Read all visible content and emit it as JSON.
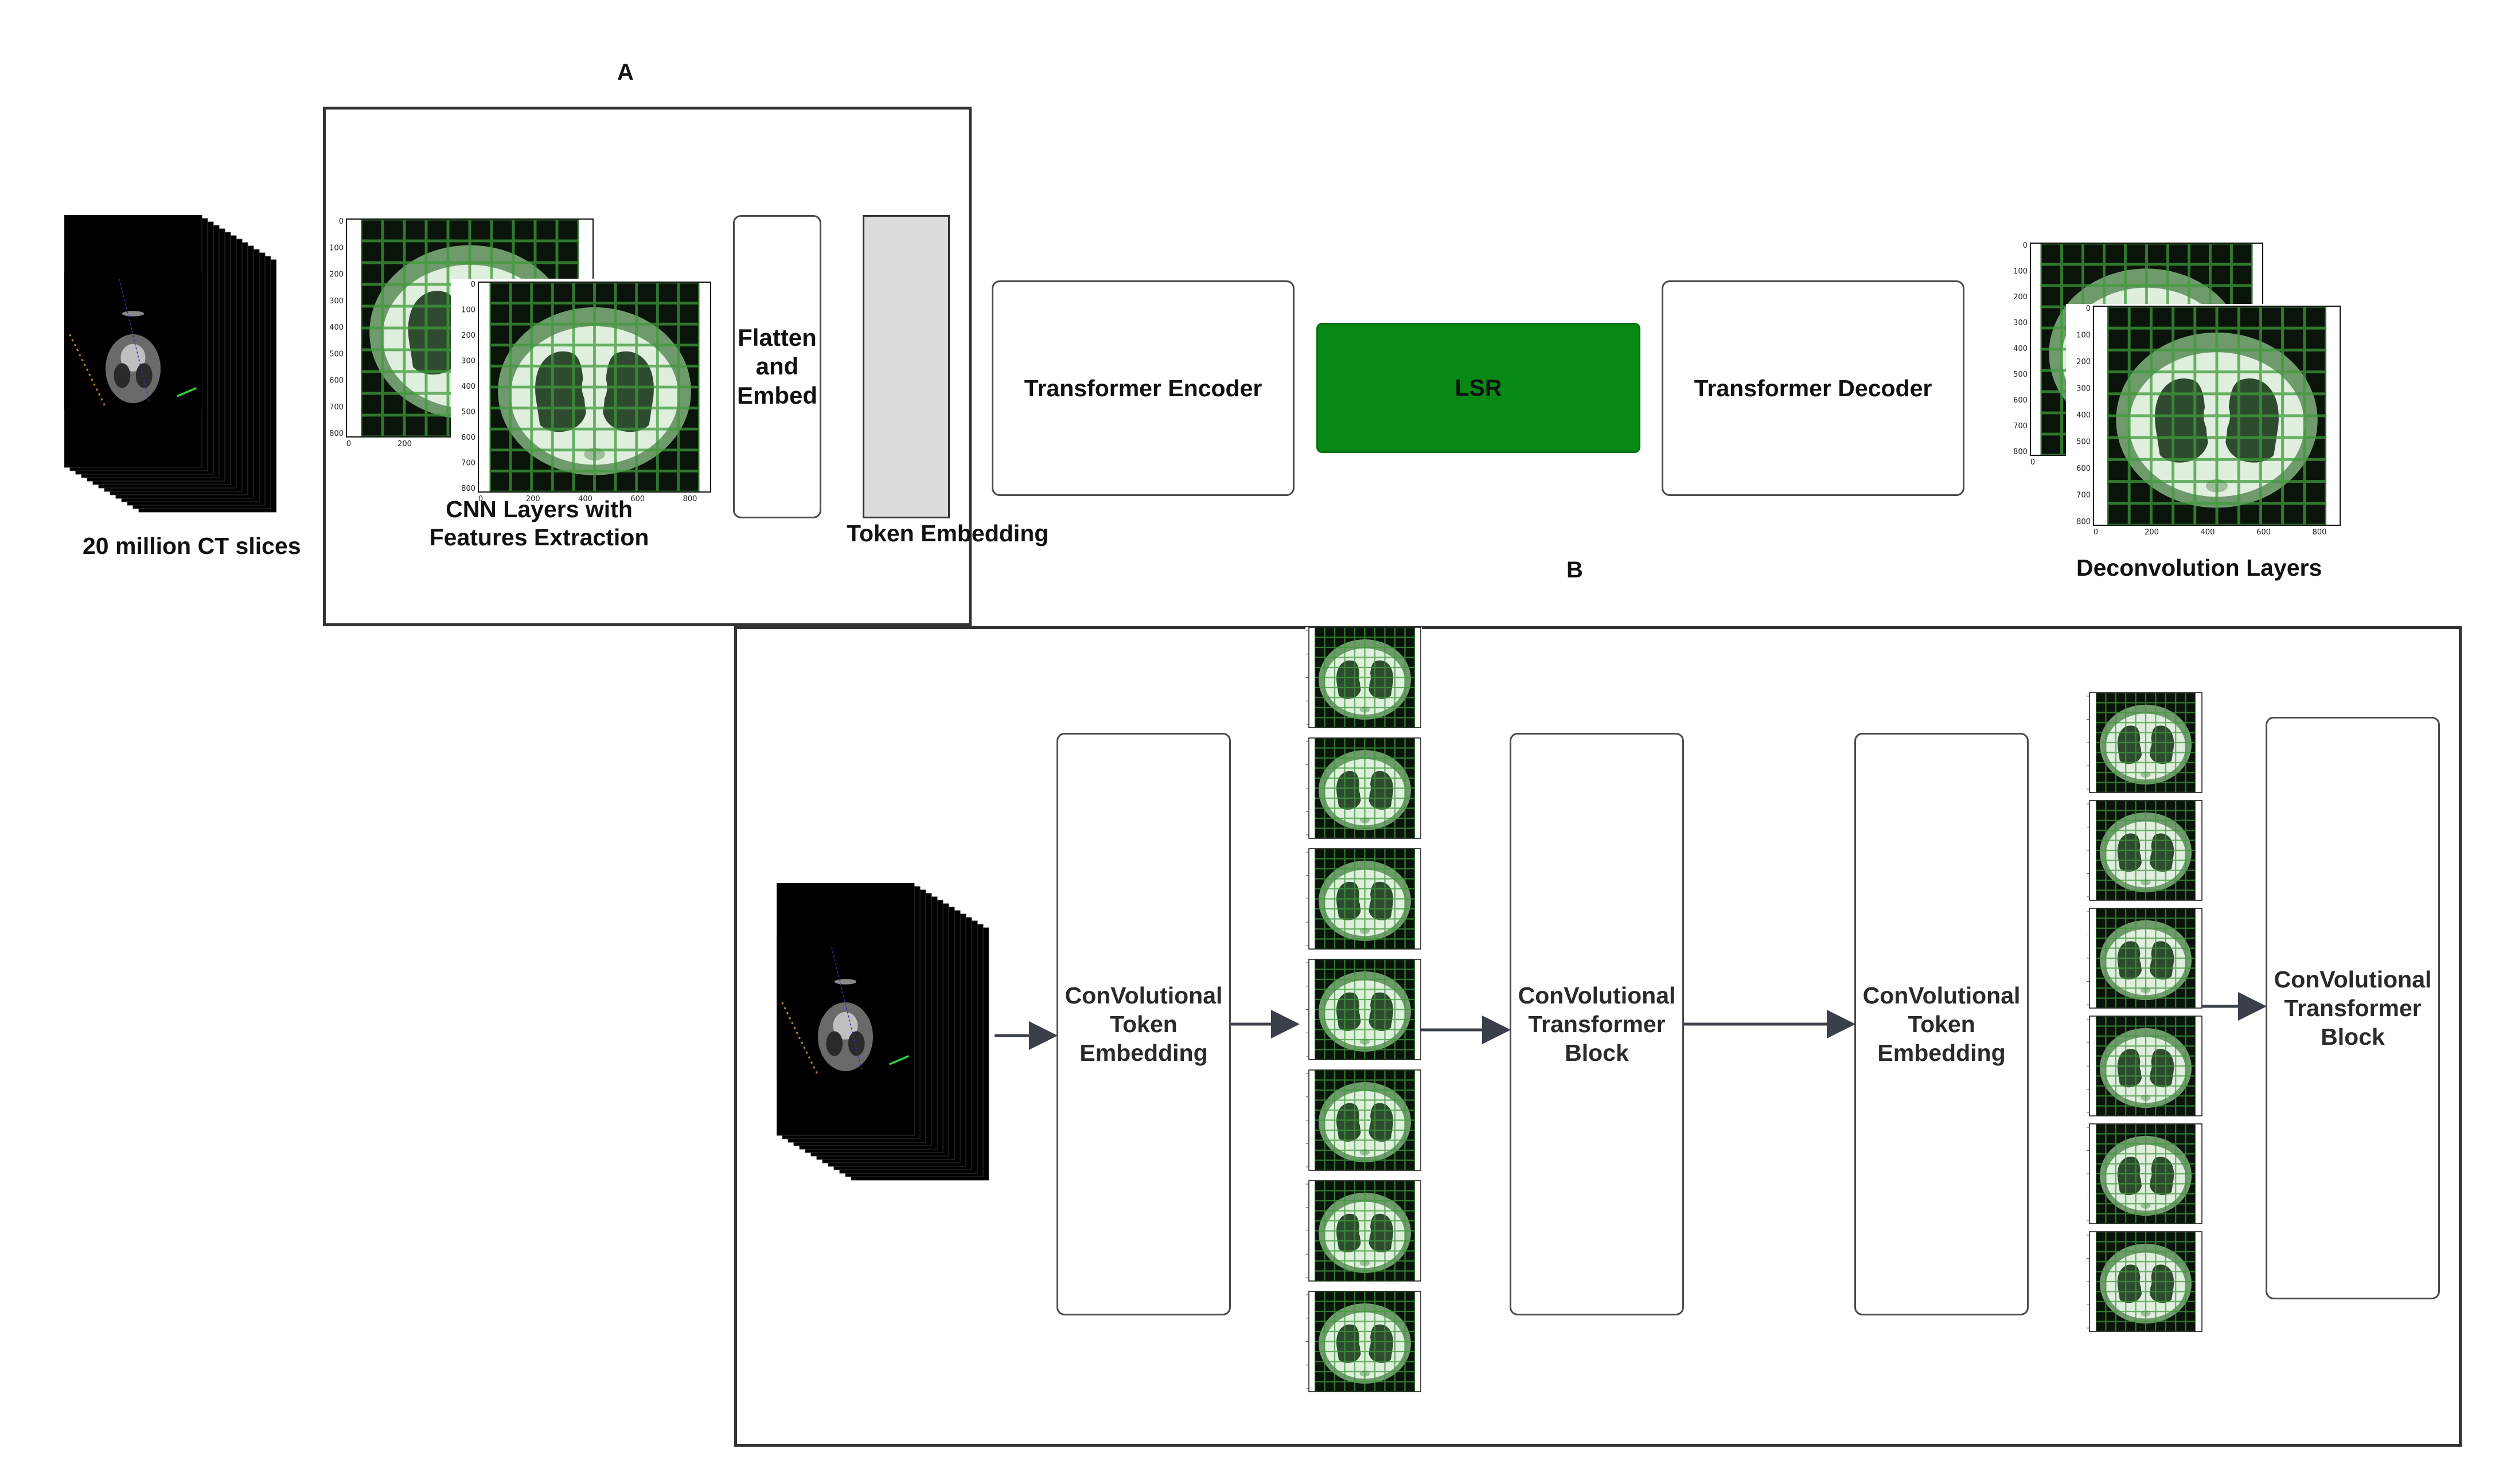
{
  "panels": {
    "a_label": "A",
    "b_label": "B"
  },
  "pipeline_a": {
    "input_label": "20 million CT slices",
    "cnn_label_line1": "CNN Layers with",
    "cnn_label_line2": "Features Extraction",
    "flatten_line1": "Flatten",
    "flatten_line2": "and",
    "flatten_line3": "Embed",
    "token_embedding_label": "Token Embedding",
    "encoder_label": "Transformer Encoder",
    "lsr_label": "LSR",
    "decoder_label": "Transformer Decoder",
    "deconv_label": "Deconvolution Layers"
  },
  "pipeline_b": {
    "conv_token_embedding_1": [
      "ConVolutional",
      "Token",
      "Embedding"
    ],
    "conv_transformer_block_1": [
      "ConVolutional",
      "Transformer",
      "Block"
    ],
    "conv_token_embedding_2": [
      "ConVolutional",
      "Token",
      "Embedding"
    ],
    "conv_transformer_block_2": [
      "ConVolutional",
      "Transformer",
      "Block"
    ]
  },
  "ct_axis_ticks": {
    "y": [
      "0",
      "100",
      "200",
      "300",
      "400",
      "500",
      "600",
      "700",
      "800"
    ],
    "x": [
      "0",
      "200",
      "400",
      "600",
      "800"
    ]
  },
  "colors": {
    "lsr_fill": "#068a15",
    "grid_green": "#3d9a3a",
    "token_fill": "#dcdcdc",
    "arrow": "#3a3f4a"
  }
}
